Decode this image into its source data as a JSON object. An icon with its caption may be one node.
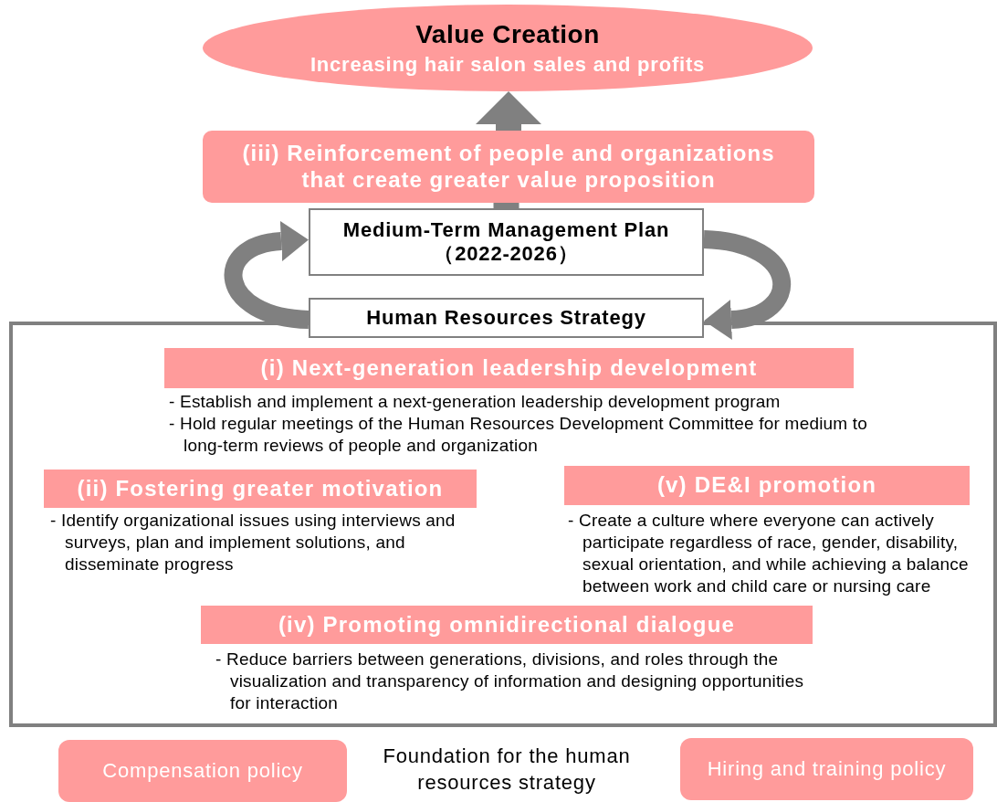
{
  "diagram": {
    "nodes": [
      {
        "text": [
          "Value Creation",
          "Increasing hair salon sales and profits"
        ]
      },
      {
        "text": [
          "(iii) Reinforcement of people and organizations that create greater value proposition"
        ]
      },
      {
        "text": [
          "Medium-Term Management Plan （2022-2026）"
        ]
      },
      {
        "text": [
          "Human Resources Strategy"
        ]
      },
      {
        "text": [],
        "shape": "box"
      },
      {
        "text": [
          "(i) Next-generation leadership development"
        ],
        "in": 4,
        "beside": [
          "- Establish and implement a next-generation leadership development program",
          "- Hold regular meetings of the Human Resources Development Committee for medium to long-term reviews of people and organization"
        ]
      },
      {
        "text": [
          "(ii) Fostering greater motivation"
        ],
        "in": 4,
        "beside": [
          "- Identify organizational issues using interviews and surveys, plan and implement solutions, and disseminate progress"
        ]
      },
      {
        "text": [
          "(v) DE&I promotion"
        ],
        "in": 4,
        "beside": [
          "- Create a culture where everyone can actively participate regardless of race, gender, disability, sexual orientation, and while achieving a balance between work and child care or nursing care"
        ]
      },
      {
        "text": [
          "(iv) Promoting omnidirectional dialogue"
        ],
        "in": 4,
        "beside": [
          "- Reduce barriers between generations, divisions, and roles through the visualization and transparency of information and designing opportunities for interaction"
        ]
      },
      {
        "text": [
          "Compensation policy"
        ]
      },
      {
        "text": [
          "Hiring and training policy"
        ]
      }
    ],
    "edges": [
      {
        "from": 2,
        "to": 1,
        "arrow": "none"
      },
      {
        "from": 1,
        "to": 0,
        "arrow": "to"
      },
      {
        "from": 3,
        "to": 2,
        "arrow": "to"
      },
      {
        "from": 2,
        "to": 3,
        "arrow": "to"
      }
    ],
    "labels": [
      "Foundation for the human resources strategy"
    ]
  }
}
